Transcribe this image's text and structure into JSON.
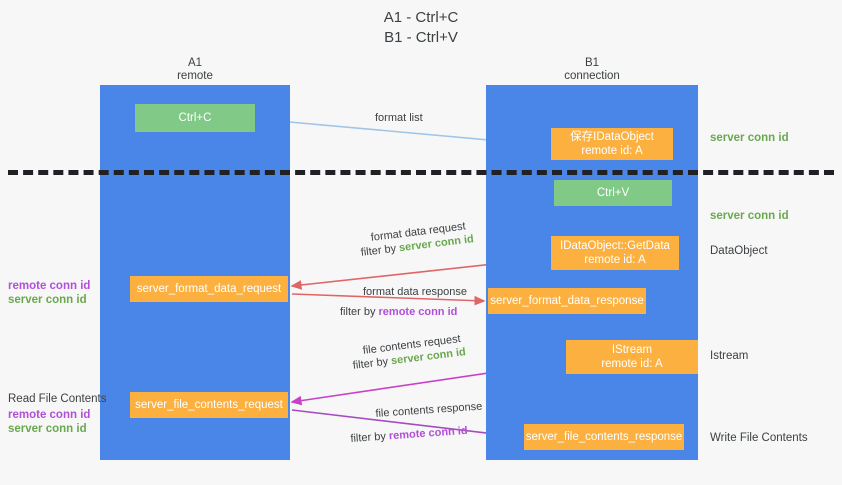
{
  "title": {
    "line1": "A1 - Ctrl+C",
    "line2": "B1 - Ctrl+V"
  },
  "lanes": [
    {
      "name": "A1",
      "sublabel": "remote",
      "color": "#4a86e8"
    },
    {
      "name": "B1",
      "sublabel": "connection",
      "color": "#4a86e8"
    }
  ],
  "colors": {
    "lane": "#4a86e8",
    "green_node": "#80c987",
    "orange_node": "#fbb040",
    "server_conn_id": "#6aa84f",
    "remote_conn_id": "#b14fd8",
    "divider": "#202124",
    "arrow_blue": "#9fc5e8",
    "arrow_red": "#e06666",
    "arrow_magenta": "#c940c9",
    "arrow_purple": "#a64dbd",
    "arrow_black": "#1a1a1a",
    "background": "#f7f7f7"
  },
  "nodes": {
    "ctrl_c": {
      "label": "Ctrl+C"
    },
    "save_idataobject": {
      "line1": "保存IDataObject",
      "line2": "remote id: A"
    },
    "ctrl_v": {
      "label": "Ctrl+V"
    },
    "getdata": {
      "line1": "IDataObject::GetData",
      "line2": "remote id: A"
    },
    "istream": {
      "line1": "IStream",
      "line2": "remote id: A"
    },
    "server_format_data_request": {
      "label": "server_format_data_request"
    },
    "server_format_data_response": {
      "label": "server_format_data_response"
    },
    "server_file_contents_request": {
      "label": "server_file_contents_request"
    },
    "server_file_contents_response": {
      "label": "server_file_contents_response"
    }
  },
  "side_notes": {
    "server_conn_id_1": "server conn id",
    "server_conn_id_2": "server conn id",
    "dataobject": "DataObject",
    "istream": "Istream",
    "write_file_contents": "Write File Contents"
  },
  "left_notes": {
    "group1": {
      "remote": "remote conn id",
      "server": "server conn id"
    },
    "group2": {
      "heading": "Read File Contents",
      "remote": "remote conn id",
      "server": "server conn id"
    }
  },
  "edge_labels": {
    "format_list": "format list",
    "format_data_request": "format data request",
    "format_data_request_filter_prefix": "filter by ",
    "format_data_request_filter_value": "server conn id",
    "format_data_response": "format data response",
    "format_data_response_filter_prefix": "filter by ",
    "format_data_response_filter_value": "remote conn id",
    "file_contents_request": "file contents request",
    "file_contents_request_filter_prefix": "filter by ",
    "file_contents_request_filter_value": "server conn id",
    "file_contents_response": "file contents response",
    "file_contents_response_filter_prefix": "filter by ",
    "file_contents_response_filter_value": "remote conn id"
  }
}
